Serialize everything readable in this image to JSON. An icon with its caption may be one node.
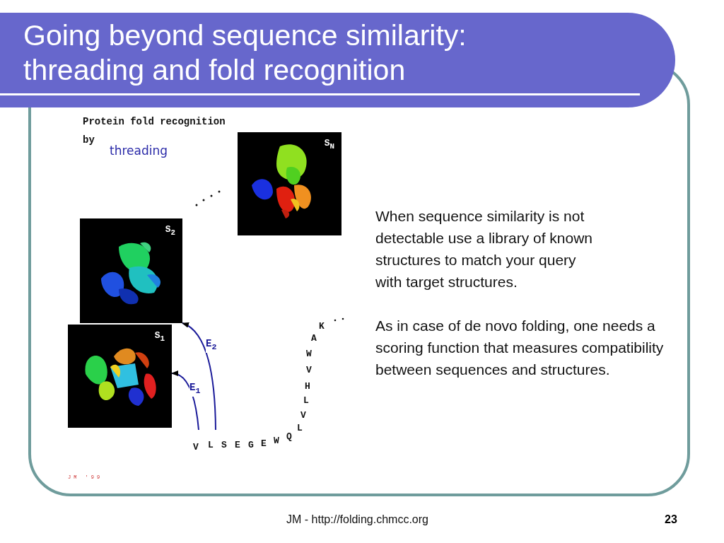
{
  "diagram": {
    "title": "Going beyond sequence similarity: threading and fold recognition",
    "nodes": [
      {
        "text": [
          "S$_{1}$"
        ]
      },
      {
        "text": [
          "S$_{2}$"
        ]
      },
      {
        "text": [
          "S$_{N}$"
        ]
      }
    ],
    "edges": [
      {
        "from": null,
        "to": 0,
        "arrow": "to",
        "label": "E$_{1}$"
      },
      {
        "from": null,
        "to": 1,
        "arrow": "to",
        "label": "E$_{2}$"
      }
    ],
    "labels": [
      "Protein fold recognition",
      "by",
      "threading",
      "V",
      "L",
      "S",
      "E",
      "G",
      "E",
      "W",
      "Q",
      "L",
      "V",
      "L",
      "H",
      "V",
      "W",
      "A",
      "K",
      "When sequence similarity is not detectable use a library of known structures to match your query with target structures.",
      "As in case of de novo folding, one needs a scoring function that measures compatibility between sequences and structures.",
      "JM '99",
      "JM - http://folding.chmcc.org",
      "23"
    ]
  }
}
